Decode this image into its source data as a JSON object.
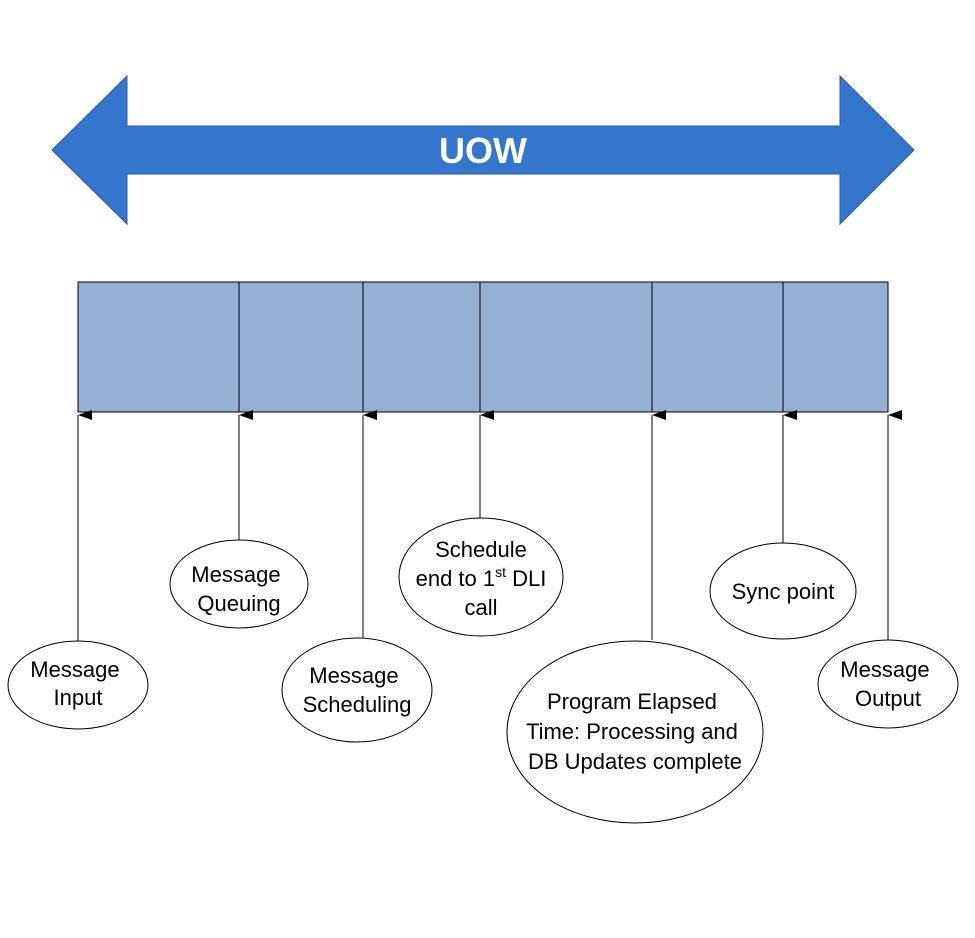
{
  "banner": {
    "label": "UOW",
    "color": "#3476cc"
  },
  "timeline_bar": {
    "fill": "#95b0d2",
    "segments": 6
  },
  "milestones": [
    {
      "id": "message-input",
      "lines": [
        "Message",
        "Input"
      ]
    },
    {
      "id": "message-queuing",
      "lines": [
        "Message",
        "Queuing"
      ]
    },
    {
      "id": "message-scheduling",
      "lines": [
        "Message",
        "Scheduling"
      ]
    },
    {
      "id": "schedule-end-to-dli",
      "lines": [
        "Schedule",
        "end to 1",
        "call"
      ],
      "sup": "st",
      "after_sup": " DLI"
    },
    {
      "id": "program-elapsed-time",
      "lines": [
        "Program Elapsed",
        "Time: Processing and",
        "DB Updates complete"
      ]
    },
    {
      "id": "sync-point",
      "lines": [
        "Sync point"
      ]
    },
    {
      "id": "message-output",
      "lines": [
        "Message",
        "Output"
      ]
    }
  ]
}
